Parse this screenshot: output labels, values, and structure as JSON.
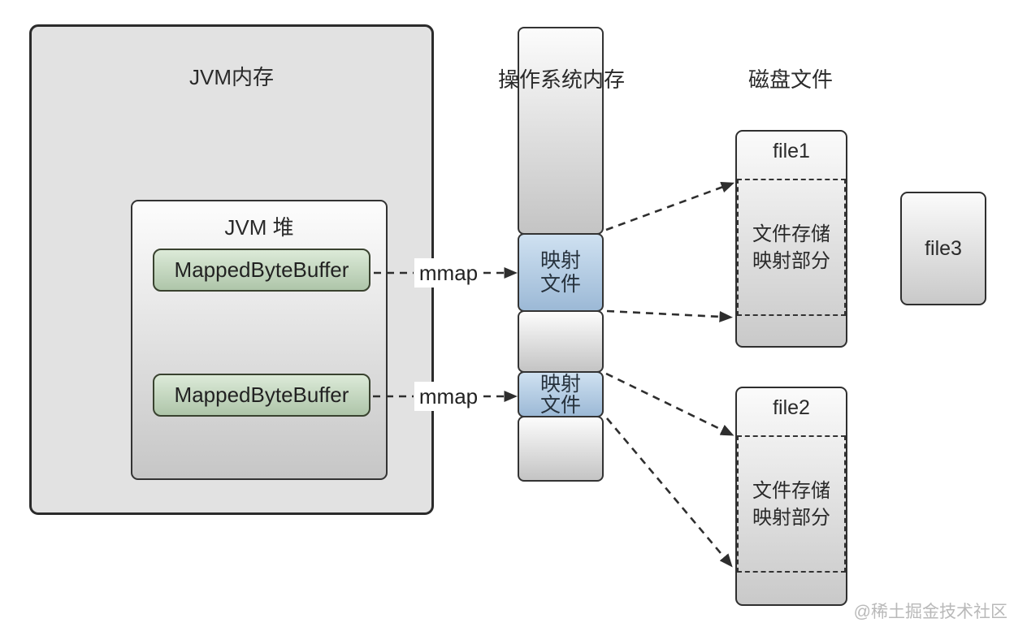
{
  "jvm": {
    "title": "JVM内存",
    "heap_title": "JVM 堆",
    "buffer1_label": "MappedByteBuffer",
    "buffer2_label": "MappedByteBuffer"
  },
  "os_memory": {
    "title": "操作系统内存",
    "mapped_block1": {
      "line1": "映射",
      "line2": "文件"
    },
    "mapped_block2": {
      "line1": "映射",
      "line2": "文件"
    }
  },
  "mmap_arrows": {
    "label1": "mmap",
    "label2": "mmap"
  },
  "disk": {
    "title": "磁盘文件",
    "file1": {
      "name": "file1",
      "mapped_region": {
        "line1": "文件存储",
        "line2": "映射部分"
      }
    },
    "file2": {
      "name": "file2",
      "mapped_region": {
        "line1": "文件存储",
        "line2": "映射部分"
      }
    },
    "file3": {
      "name": "file3"
    }
  },
  "watermark": "@稀土掘金技术社区",
  "colors": {
    "canvas_bg": "#ffffff",
    "outer_box_fill": "#e2e2e2",
    "dark_border": "#2e2e2e",
    "green_gradient_top": "#dcead8",
    "green_gradient_bottom": "#aec5a9",
    "blue_gradient_top": "#cfe1f1",
    "blue_gradient_bottom": "#9cb9d6",
    "gray_gradient_top": "#fcfcfc",
    "gray_gradient_bottom": "#c4c4c4",
    "watermark_text": "#b9b9b9"
  }
}
